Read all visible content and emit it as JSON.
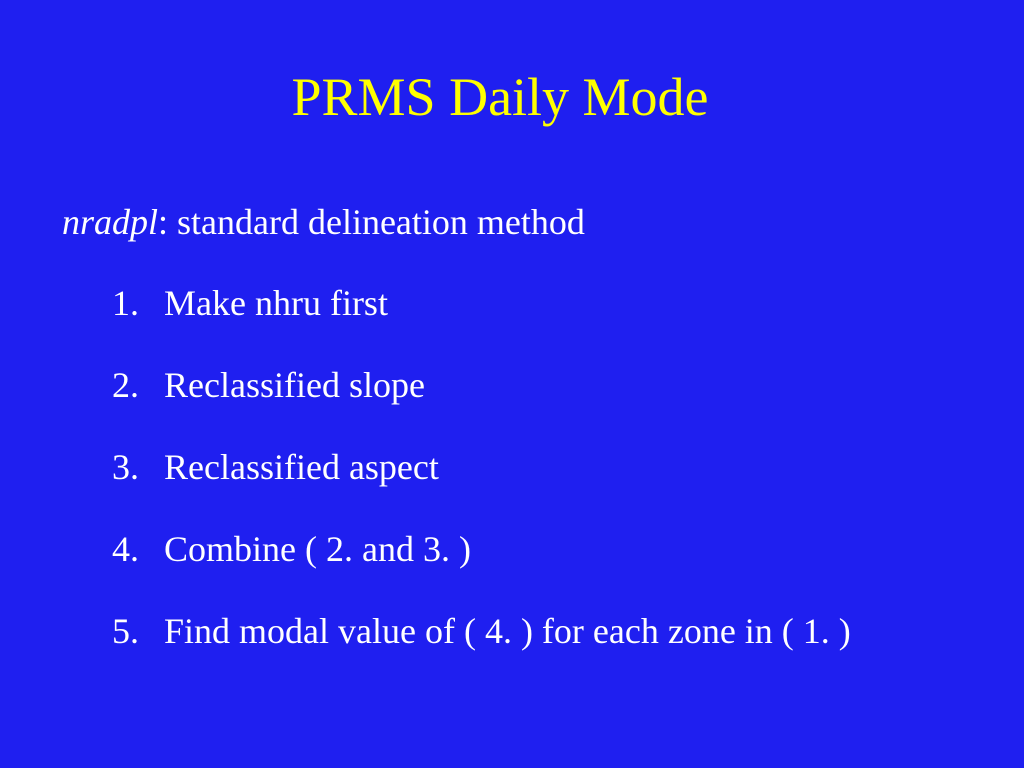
{
  "slide": {
    "title": "PRMS Daily Mode",
    "subhead_term": "nradpl",
    "subhead_rest": ": standard delineation method",
    "items": [
      {
        "num": "1.",
        "text": "Make nhru first"
      },
      {
        "num": "2.",
        "text": "Reclassified slope"
      },
      {
        "num": "3.",
        "text": "Reclassified aspect"
      },
      {
        "num": "4.",
        "text": "Combine ( 2. and 3. )"
      },
      {
        "num": "5.",
        "text": "Find modal value of ( 4. ) for each zone in ( 1. )"
      }
    ],
    "colors": {
      "background": "#1f1ff0",
      "title": "#ffff00",
      "body_text": "#ffffff"
    }
  }
}
